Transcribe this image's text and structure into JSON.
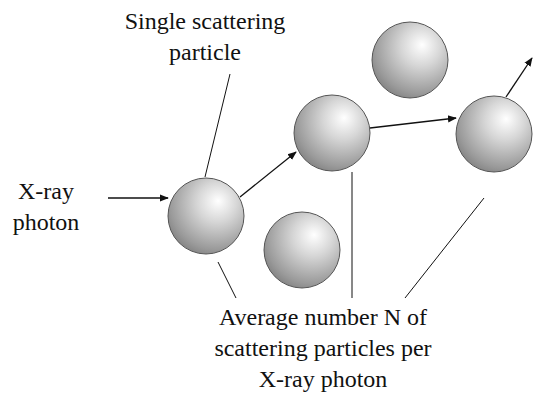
{
  "diagram": {
    "labels": [
      "Single scattering particle",
      "X-ray photon",
      "Average number N of scattering particles per X-ray photon"
    ]
  }
}
